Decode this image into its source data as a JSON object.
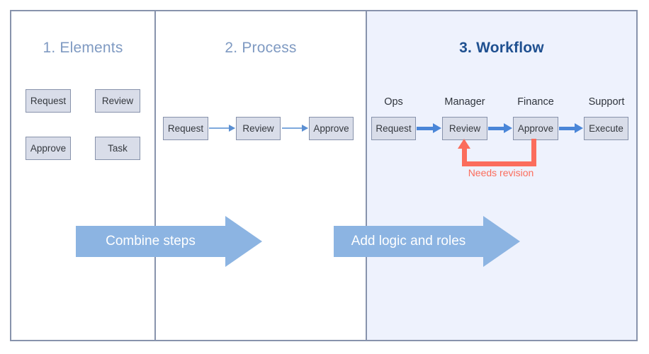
{
  "diagram": {
    "colors": {
      "frame_border": "#8893ac",
      "panel_highlight_bg": "#eef2fd",
      "title_muted": "#7f9ac2",
      "title_active": "#1f5090",
      "node_fill": "#d9dde9",
      "node_border": "#8792ab",
      "arrow_thin": "#7ea9dd",
      "arrow_thick": "#4a86d8",
      "feedback_red": "#fb6d5c",
      "block_arrow": "#8cb4e2"
    }
  },
  "panels": [
    {
      "title": "1. Elements",
      "nodes": [
        {
          "label": "Request"
        },
        {
          "label": "Review"
        },
        {
          "label": "Approve"
        },
        {
          "label": "Task"
        }
      ]
    },
    {
      "title": "2. Process",
      "nodes": [
        {
          "label": "Request"
        },
        {
          "label": "Review"
        },
        {
          "label": "Approve"
        }
      ]
    },
    {
      "title": "3. Workflow",
      "roles": [
        {
          "label": "Ops"
        },
        {
          "label": "Manager"
        },
        {
          "label": "Finance"
        },
        {
          "label": "Support"
        }
      ],
      "nodes": [
        {
          "label": "Request"
        },
        {
          "label": "Review"
        },
        {
          "label": "Approve"
        },
        {
          "label": "Execute"
        }
      ],
      "feedback": {
        "label": "Needs revision",
        "from": "Approve",
        "to": "Review"
      }
    }
  ],
  "transitions": [
    {
      "label": "Combine steps"
    },
    {
      "label": "Add logic and roles"
    }
  ]
}
